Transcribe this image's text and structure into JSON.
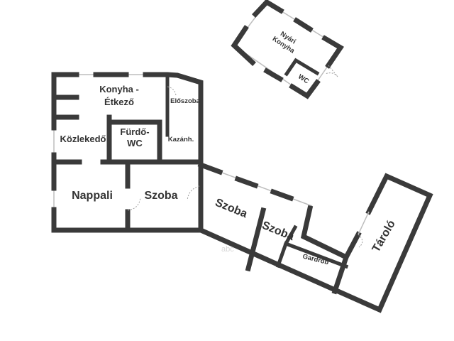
{
  "rooms": {
    "nyari_konyha": [
      "Nyári",
      "Konyha"
    ],
    "wc_kert": "WC",
    "konyha_etkezo": [
      "Konyha -",
      "Étkező"
    ],
    "eloszoba": "Előszoba",
    "kozlekedo": "Közlekedő",
    "furdo_wc": [
      "Fürdő-",
      "WC"
    ],
    "kazanh": "Kazánh.",
    "nappali": "Nappali",
    "szoba_1": "Szoba",
    "szoba_2": "Szoba",
    "szoba_3": "Szoba",
    "gardrob": "Gardrób",
    "tarolo": "Tároló"
  },
  "colors": {
    "wall": "#3a3a3a",
    "window": "#bdbdbd",
    "label": "#333333"
  }
}
